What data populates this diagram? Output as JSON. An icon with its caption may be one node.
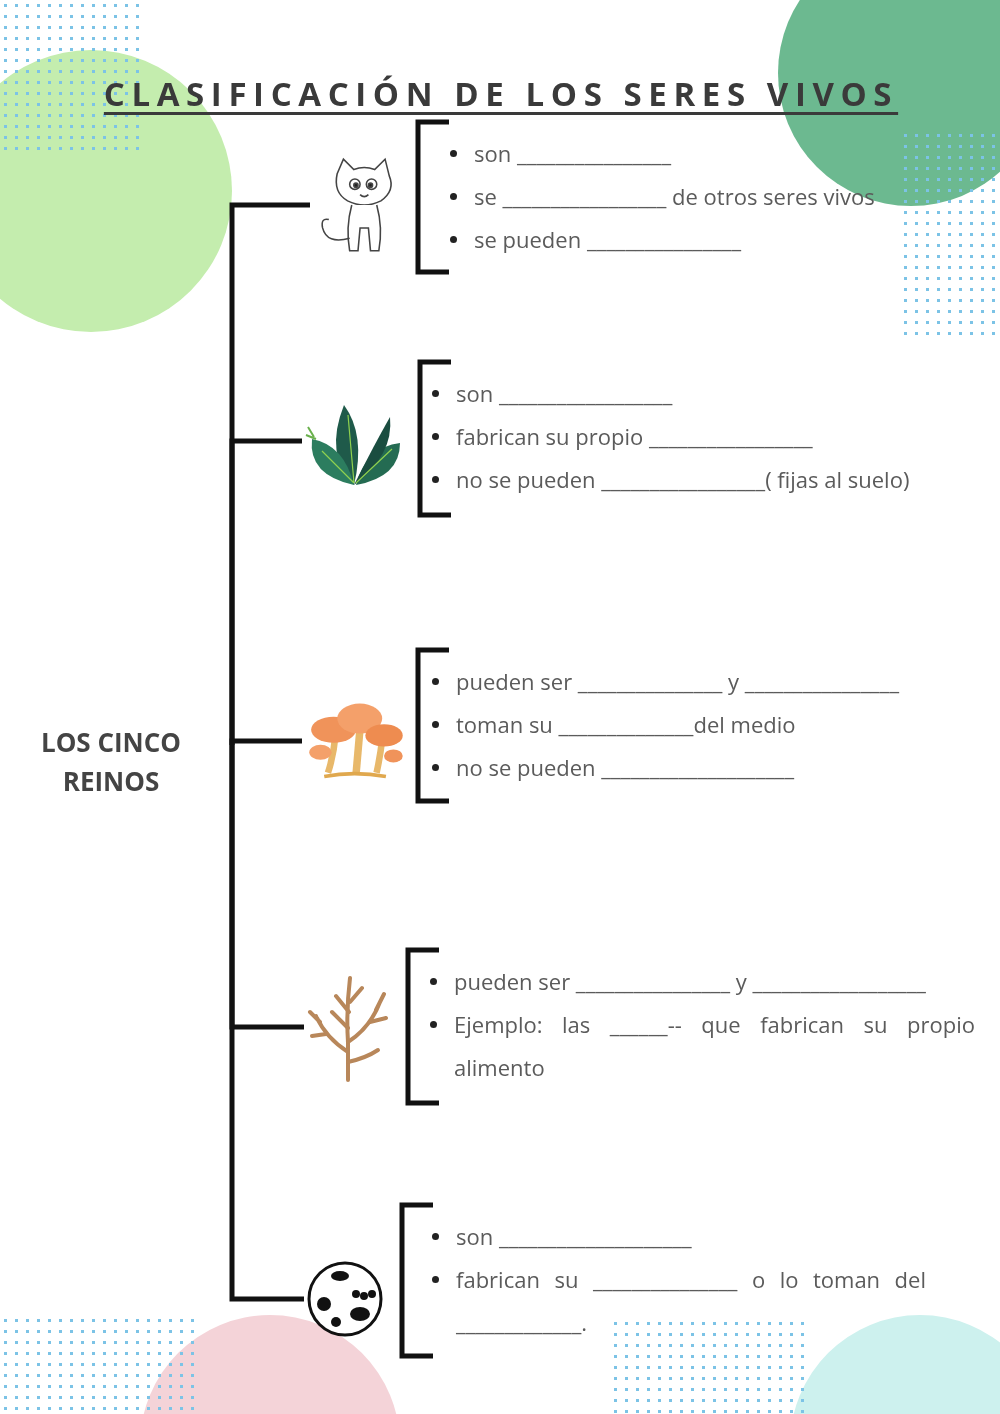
{
  "diagram": {
    "title": "CLASIFICACIÓN DE LOS SERES VIVOS",
    "nodes": [
      {
        "text": [
          "LOS CINCO REINOS"
        ]
      },
      {
        "text": [],
        "shape": "picture",
        "beside": [
          "son ________________",
          "se _________________ de otros seres vivos",
          "se pueden ________________"
        ]
      },
      {
        "text": [],
        "shape": "picture",
        "beside": [
          "son __________________",
          "fabrican su propio _________________",
          "no se pueden _________________( fijas al suelo)"
        ]
      },
      {
        "text": [],
        "shape": "picture",
        "beside": [
          "pueden ser _______________ y ________________",
          "toman su ______________del medio",
          "no se pueden ____________________"
        ]
      },
      {
        "text": [],
        "shape": "picture",
        "beside": [
          "pueden ser ________________ y __________________",
          "Ejemplo: las ______-- que fabrican su propio alimento"
        ]
      },
      {
        "text": [],
        "shape": "picture",
        "beside": [
          "son ____________________",
          "fabrican su _______________ o lo toman del _____________."
        ]
      }
    ],
    "edges": [
      {
        "from": 0,
        "to": 1,
        "arrow": "none"
      },
      {
        "from": 0,
        "to": 2,
        "arrow": "none"
      },
      {
        "from": 0,
        "to": 3,
        "arrow": "none"
      },
      {
        "from": 0,
        "to": 4,
        "arrow": "none"
      },
      {
        "from": 0,
        "to": 5,
        "arrow": "none"
      }
    ]
  }
}
